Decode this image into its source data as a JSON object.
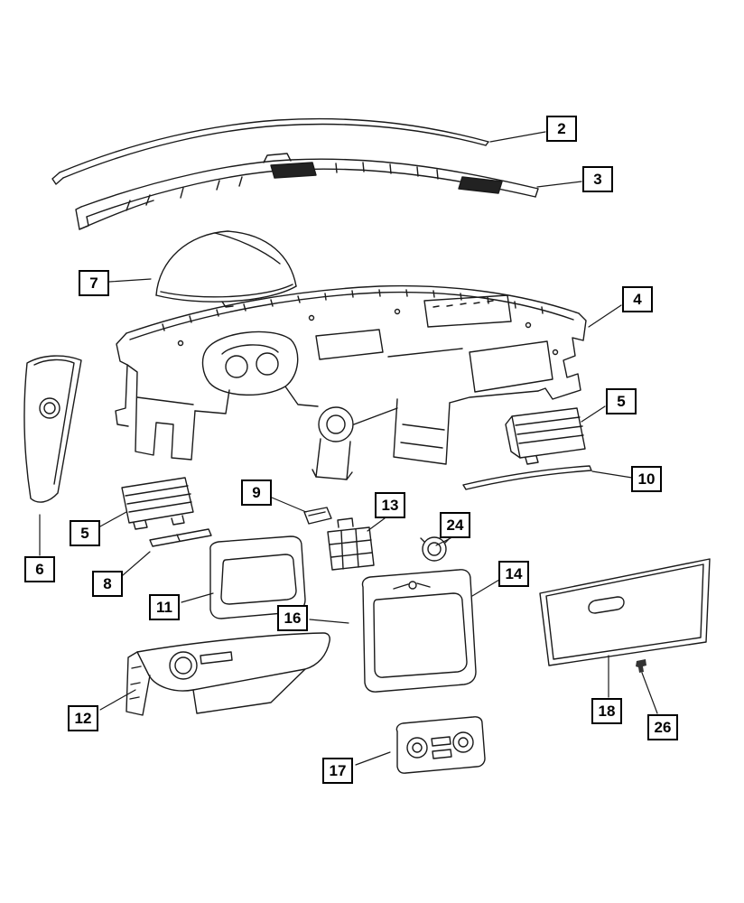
{
  "colors": {
    "background": "#ffffff",
    "line": "#1a1a1a",
    "dark_fill": "#222222",
    "callout_border": "#000000"
  },
  "callouts": [
    {
      "label": "2"
    },
    {
      "label": "3"
    },
    {
      "label": "7"
    },
    {
      "label": "4"
    },
    {
      "label": "5"
    },
    {
      "label": "10"
    },
    {
      "label": "9"
    },
    {
      "label": "13"
    },
    {
      "label": "24"
    },
    {
      "label": "5"
    },
    {
      "label": "6"
    },
    {
      "label": "8"
    },
    {
      "label": "11"
    },
    {
      "label": "14"
    },
    {
      "label": "16"
    },
    {
      "label": "12"
    },
    {
      "label": "18"
    },
    {
      "label": "26"
    },
    {
      "label": "17"
    }
  ]
}
